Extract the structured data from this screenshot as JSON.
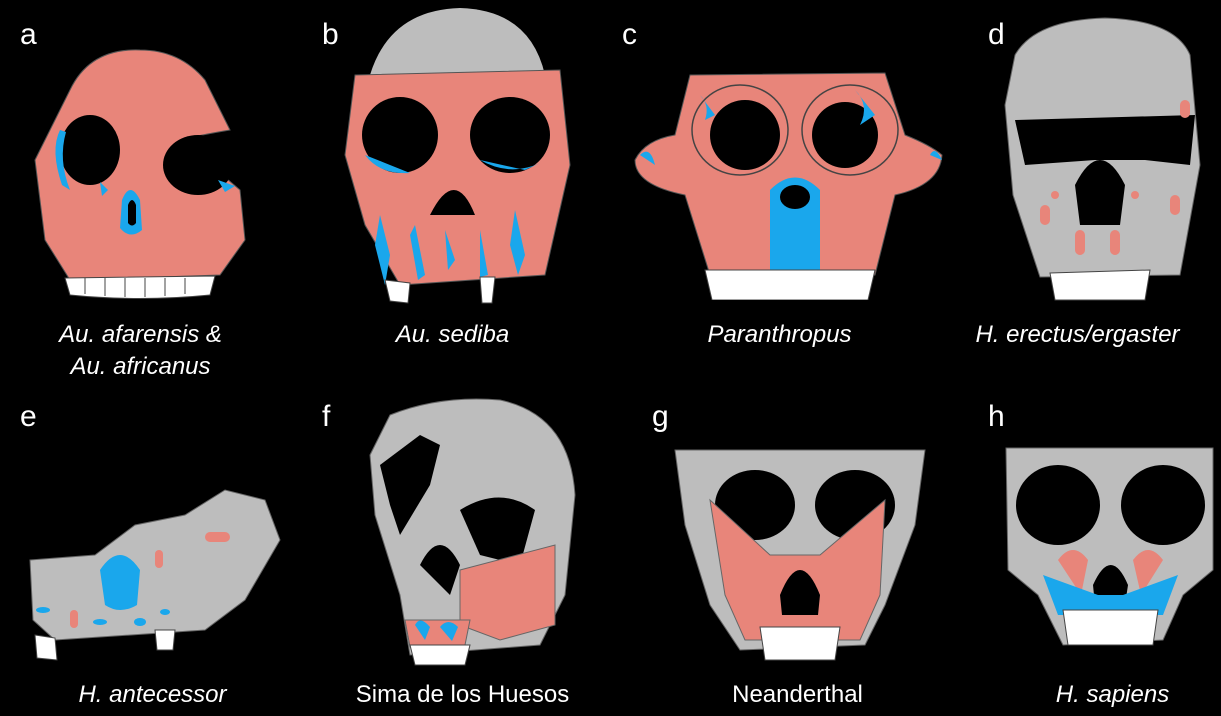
{
  "colors": {
    "background": "#000000",
    "bone": "#bdbdbd",
    "remodeling_resorption": "#e8857a",
    "deposition": "#1aa7ec",
    "teeth": "#ffffff"
  },
  "panels": [
    {
      "letter": "a",
      "caption_line1": "Au. afarensis &",
      "caption_line2": "Au. africanus",
      "italic": true
    },
    {
      "letter": "b",
      "caption_line1": "Au. sediba",
      "caption_line2": "",
      "italic": true
    },
    {
      "letter": "c",
      "caption_line1": "Paranthropus",
      "caption_line2": "",
      "italic": true
    },
    {
      "letter": "d",
      "caption_line1": "H. erectus/ergaster",
      "caption_line2": "",
      "italic": true
    },
    {
      "letter": "e",
      "caption_line1": "H. antecessor",
      "caption_line2": "",
      "italic": true
    },
    {
      "letter": "f",
      "caption_line1": "Sima de los Huesos",
      "caption_line2": "",
      "italic": false
    },
    {
      "letter": "g",
      "caption_line1": "Neanderthal",
      "caption_line2": "",
      "italic": false
    },
    {
      "letter": "h",
      "caption_line1": "H. sapiens",
      "caption_line2": "",
      "italic": true
    }
  ]
}
